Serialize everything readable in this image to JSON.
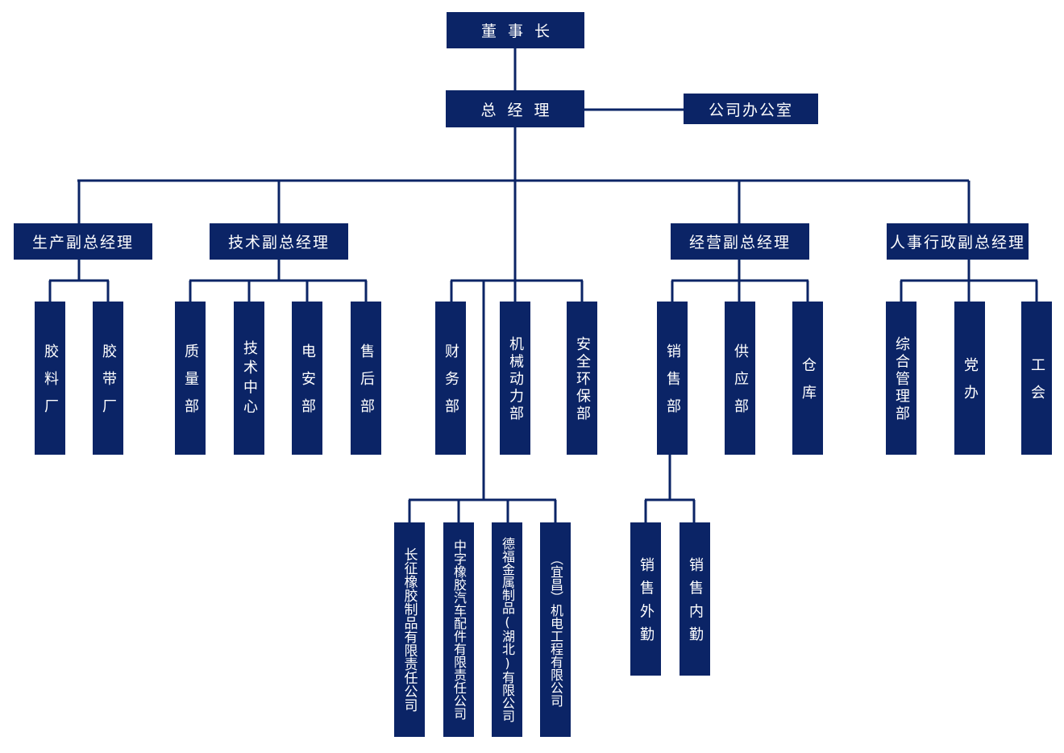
{
  "colors": {
    "box": "#0b2466",
    "line": "#0b2466",
    "text": "#ffffff",
    "background": "#ffffff"
  },
  "nodes": {
    "chairman": "董事长",
    "gm": "总经理",
    "office": "公司办公室",
    "vp_production": "生产副总经理",
    "vp_technology": "技术副总经理",
    "vp_operations": "经营副总经理",
    "vp_hr": "人事行政副总经理",
    "glue_factory": "胶料厂",
    "belt_factory": "胶带厂",
    "quality_dept": "质量部",
    "tech_center": "技术中心",
    "electric_dept": "电安部",
    "aftersales_dept": "售后部",
    "finance_dept": "财务部",
    "mech_power_dept": "机械动力部",
    "safety_env_dept": "安全环保部",
    "sales_dept": "销售部",
    "supply_dept": "供应部",
    "warehouse": "仓库",
    "admin_dept": "综合管理部",
    "party_office": "党办",
    "union": "工会",
    "sub_changzheng": "长征橡胶制品有限责任公司",
    "sub_zhongzi": "中字橡胶汽车配件有限责任公司",
    "sub_defu": "德福金属制品(湖北)有限公司",
    "sub_yichang": "（宜昌）机电工程有限公司",
    "sales_field": "销售外勤",
    "sales_office": "销售内勤"
  }
}
